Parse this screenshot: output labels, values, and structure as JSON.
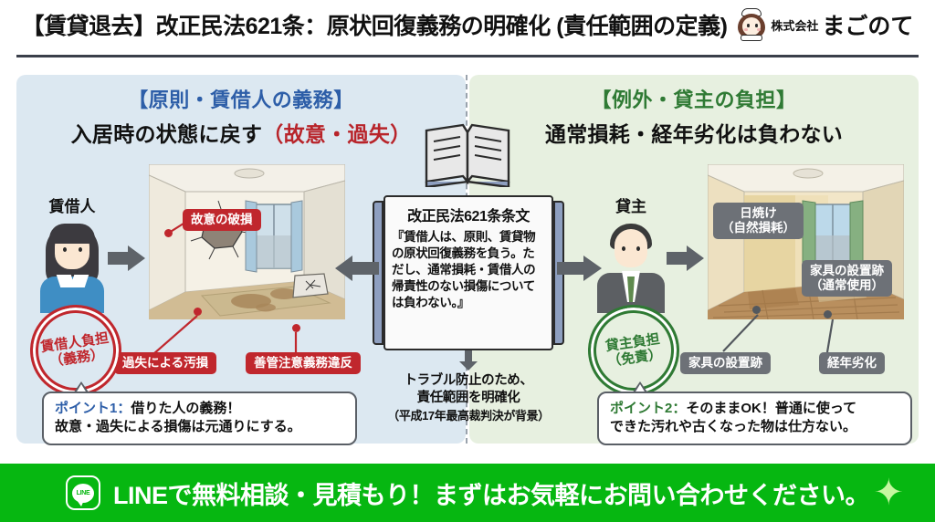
{
  "header": {
    "title": "【賃貸退去】改正民法621条：原状回復義務の明確化 (責任範囲の定義)",
    "logo_corp": "株式会社",
    "logo_name": "まごのて",
    "logo_icon": "maid-character-icon"
  },
  "left_panel": {
    "heading_1": "【原則・賃借人の義務】",
    "heading_2_main": "入居時の状態に戻す",
    "heading_2_accent": "（故意・過失）",
    "person_label": "賃借人",
    "tags": [
      {
        "text": "故意の破損",
        "name": "tag-intentional-damage"
      },
      {
        "text": "過失による汚損",
        "name": "tag-negligent-stain"
      },
      {
        "text": "善管注意義務違反",
        "name": "tag-duty-of-care-violation"
      }
    ],
    "stamp_line1": "賃借人負担",
    "stamp_line2": "（義務）",
    "bubble_line1_kw": "ポイント1：",
    "bubble_line1_rest": "借りた人の義務！",
    "bubble_line2": "故意・過失による損傷は元通りにする。"
  },
  "right_panel": {
    "heading_1": "【例外・貸主の負担】",
    "heading_2": "通常損耗・経年劣化は負わない",
    "person_label": "貸主",
    "tags": [
      {
        "text": "日焼け\n（自然損耗）",
        "line1": "日焼け",
        "line2": "（自然損耗）",
        "name": "tag-sun-fading"
      },
      {
        "line1": "家具の設置跡",
        "line2": "（通常使用）",
        "name": "tag-furniture-marks-normal-use"
      },
      {
        "line1": "家具の設置跡",
        "line2": "",
        "name": "tag-furniture-marks"
      },
      {
        "line1": "経年劣化",
        "line2": "",
        "name": "tag-aging-deterioration"
      }
    ],
    "stamp_line1": "貸主負担",
    "stamp_line2": "（免責）",
    "bubble_line1_kw": "ポイント2：",
    "bubble_line1_rest": "そのままOK！普通に使って",
    "bubble_line2": "できた汚れや古くなった物は仕方ない。"
  },
  "center": {
    "law_title": "改正民法621条条文",
    "law_body": "『賃借人は、原則、賃貸物の原状回復義務を負う。ただし、通常損耗・賃借人の帰責性のない損傷については負わない。』",
    "caption_line1": "トラブル防止のため、",
    "caption_line2": "責任範囲を明確化",
    "caption_line3": "（平成17年最高裁判決が背景）",
    "book_icon": "open-book-icon"
  },
  "line_banner": {
    "logo_text": "LINE",
    "message": "LINEで無料相談・見積もり！まずはお気軽にお問い合わせください。",
    "sparkle_icon": "sparkle-icon"
  },
  "colors": {
    "left_panel_bg": "#dce8f1",
    "right_panel_bg": "#e7f0e0",
    "blue_accent": "#2d5ea8",
    "green_accent": "#2f7a34",
    "red_accent": "#b8242a",
    "tag_red": "#c0272d",
    "tag_gray": "#6d7177",
    "line_green": "#06b711"
  }
}
